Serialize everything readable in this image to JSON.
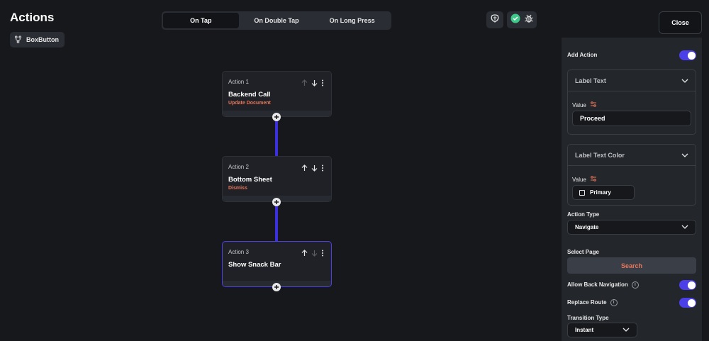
{
  "header": {
    "title": "Actions",
    "widget_chip": "BoxButton",
    "close_label": "Close"
  },
  "tabs": [
    {
      "label": "On Tap",
      "active": true
    },
    {
      "label": "On Double Tap",
      "active": false
    },
    {
      "label": "On Long Press",
      "active": false
    }
  ],
  "actions": [
    {
      "index_label": "Action 1",
      "name": "Backend Call",
      "detail": "Update Document"
    },
    {
      "index_label": "Action 2",
      "name": "Bottom Sheet",
      "detail": "Dismiss"
    },
    {
      "index_label": "Action 3",
      "name": "Show Snack Bar",
      "detail": ""
    }
  ],
  "panel": {
    "add_action_label": "Add Action",
    "label_text_group": "Label Text",
    "value_label_1": "Value",
    "label_text_value": "Proceed",
    "label_color_group": "Label Text Color",
    "value_label_2": "Value",
    "label_color_value": "Primary",
    "action_type_label": "Action Type",
    "action_type_value": "Navigate",
    "select_page_label": "Select Page",
    "search_button": "Search",
    "allow_back_label": "Allow Back Navigation",
    "replace_route_label": "Replace Route",
    "transition_type_label": "Transition Type",
    "transition_type_value": "Instant"
  },
  "colors": {
    "accent": "#4b40e8",
    "detail_text": "#e7765a",
    "check_green": "#3ec98a"
  },
  "icons": [
    "branch-icon",
    "ai-brain-icon",
    "check-circle-icon",
    "bug-icon",
    "arrow-up-icon",
    "arrow-down-icon",
    "more-vertical-icon",
    "plus-icon",
    "chevron-down-icon",
    "variable-icon",
    "info-icon"
  ]
}
